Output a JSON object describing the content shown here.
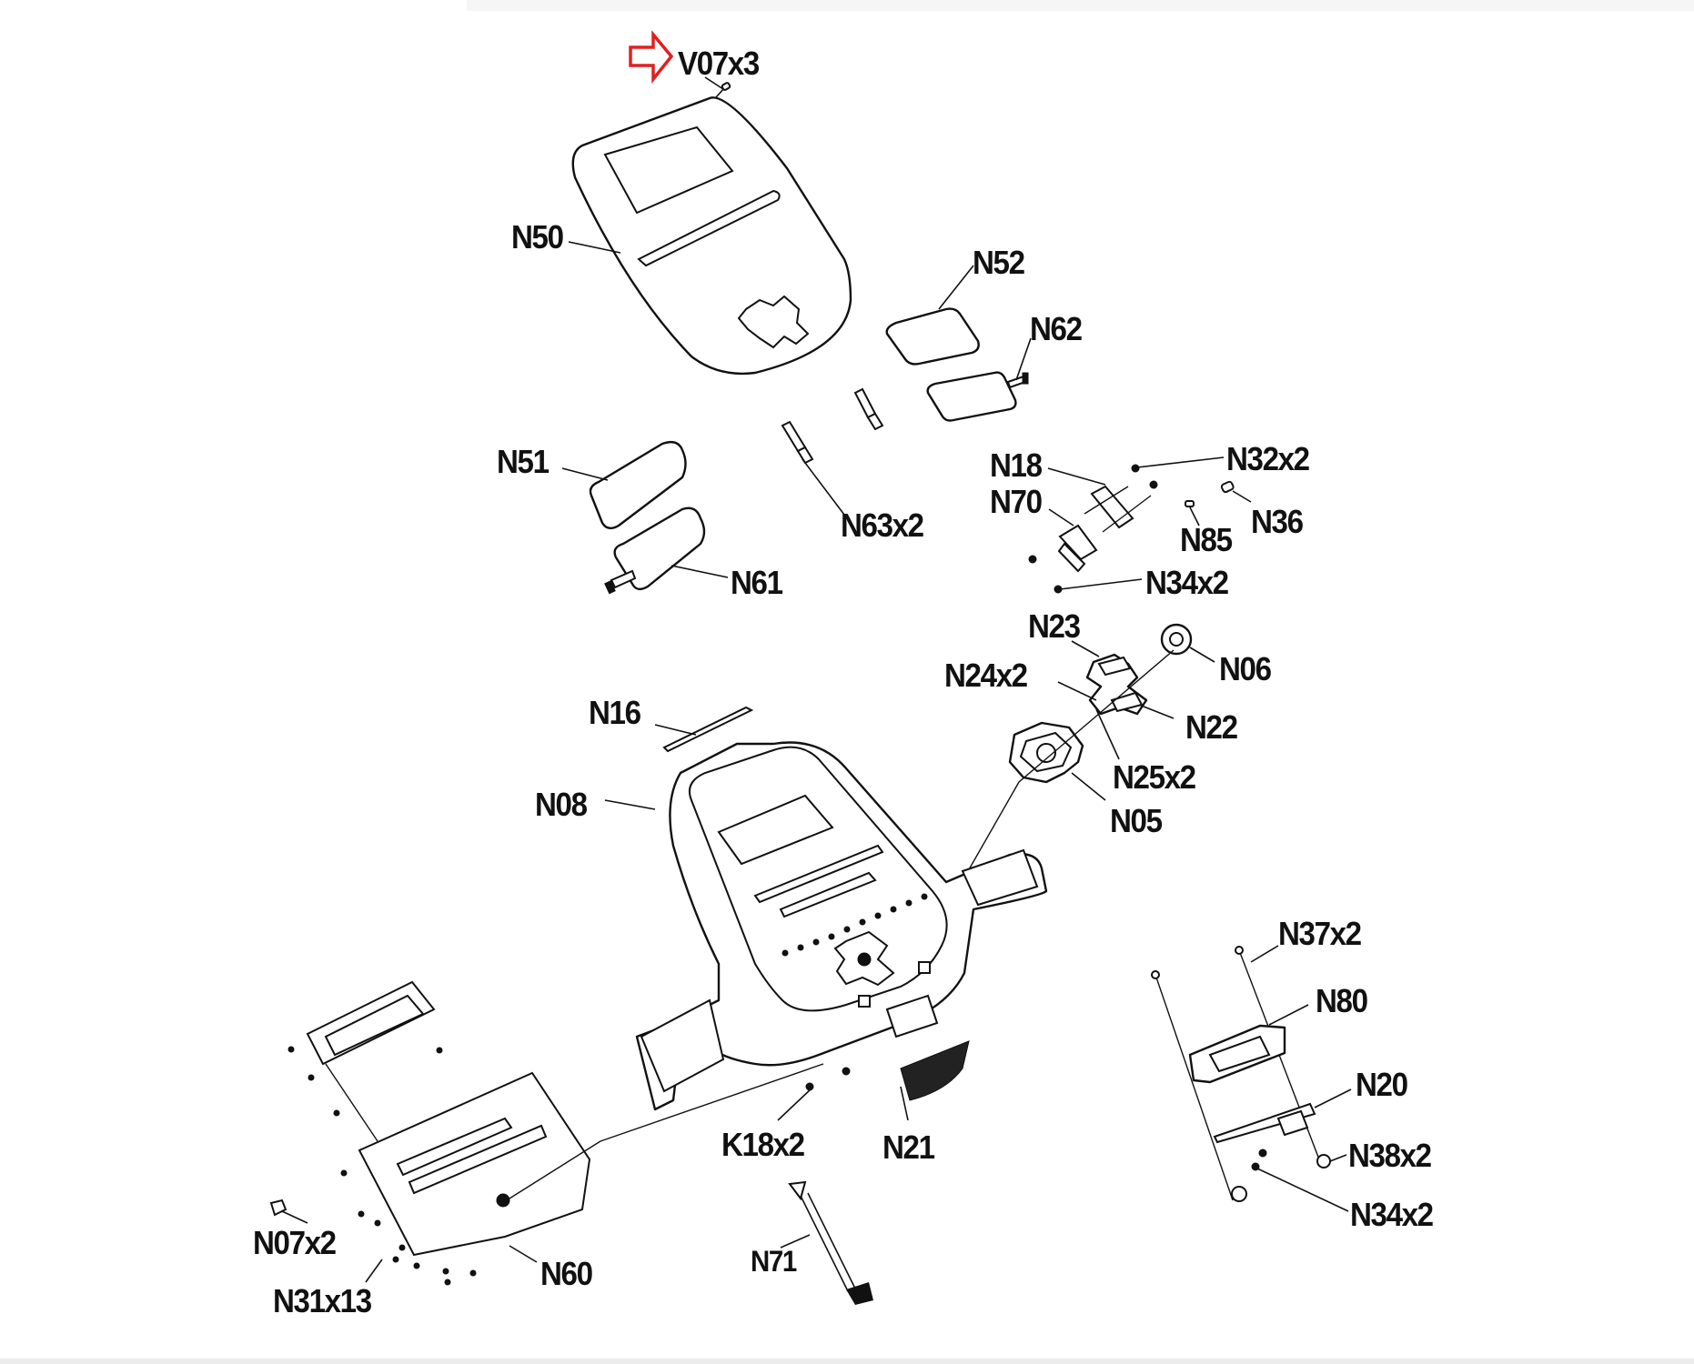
{
  "diagram": {
    "type": "exploded-parts-diagram",
    "highlight_marker": {
      "icon": "red-outline-arrow-right",
      "color": "#e02020",
      "points_to": "V07x3"
    },
    "labels": [
      {
        "id": "V07x3",
        "text": "V07x3"
      },
      {
        "id": "N50",
        "text": "N50"
      },
      {
        "id": "N52",
        "text": "N52"
      },
      {
        "id": "N62",
        "text": "N62"
      },
      {
        "id": "N51",
        "text": "N51"
      },
      {
        "id": "N63x2",
        "text": "N63x2"
      },
      {
        "id": "N61",
        "text": "N61"
      },
      {
        "id": "N18",
        "text": "N18"
      },
      {
        "id": "N32x2",
        "text": "N32x2"
      },
      {
        "id": "N70",
        "text": "N70"
      },
      {
        "id": "N85",
        "text": "N85"
      },
      {
        "id": "N36",
        "text": "N36"
      },
      {
        "id": "N34x2_top",
        "text": "N34x2"
      },
      {
        "id": "N23",
        "text": "N23"
      },
      {
        "id": "N06",
        "text": "N06"
      },
      {
        "id": "N24x2",
        "text": "N24x2"
      },
      {
        "id": "N22",
        "text": "N22"
      },
      {
        "id": "N16",
        "text": "N16"
      },
      {
        "id": "N25x2",
        "text": "N25x2"
      },
      {
        "id": "N08",
        "text": "N08"
      },
      {
        "id": "N05",
        "text": "N05"
      },
      {
        "id": "N37x2",
        "text": "N37x2"
      },
      {
        "id": "N80",
        "text": "N80"
      },
      {
        "id": "N20",
        "text": "N20"
      },
      {
        "id": "K18x2",
        "text": "K18x2"
      },
      {
        "id": "N21",
        "text": "N21"
      },
      {
        "id": "N38x2",
        "text": "N38x2"
      },
      {
        "id": "N34x2_bottom",
        "text": "N34x2"
      },
      {
        "id": "N07x2",
        "text": "N07x2"
      },
      {
        "id": "N71",
        "text": "N71"
      },
      {
        "id": "N60",
        "text": "N60"
      },
      {
        "id": "N31x13",
        "text": "N31x13"
      }
    ]
  }
}
